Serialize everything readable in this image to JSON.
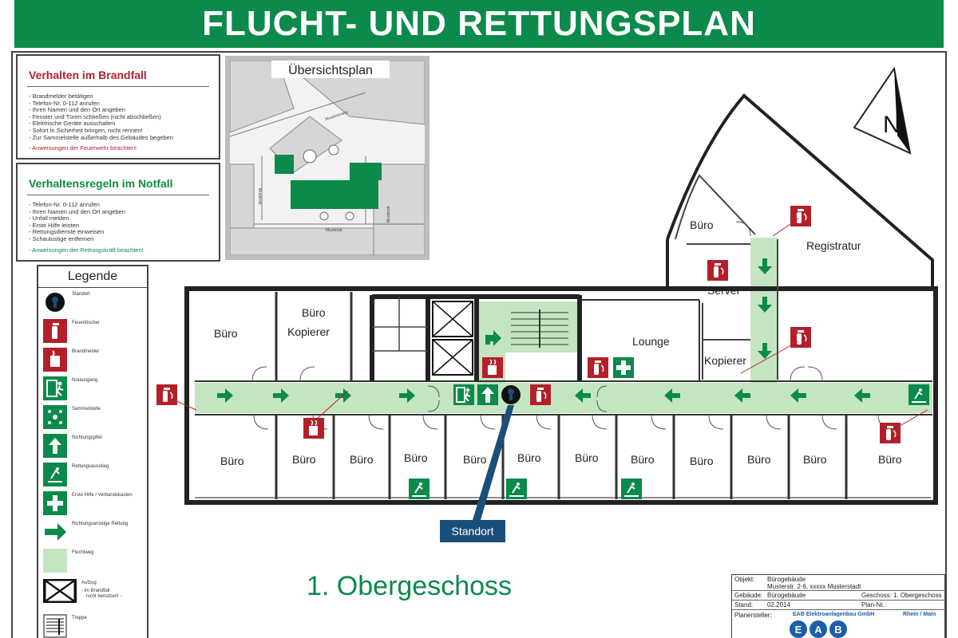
{
  "header": {
    "title": "FLUCHT- UND RETTUNGSPLAN"
  },
  "fire_box": {
    "title": "Verhalten im Brandfall",
    "items": [
      "Brandmelder betätigen",
      "Telefon-Nr. 0-112 anrufen",
      "Ihren Namen und den Ort angeben",
      "Fenster und Türen schließen (nicht abschließen)",
      "Elektrische Geräte ausschalten",
      "Sofort in Sicherheit bringen, nicht rennen!",
      "Zur Sammelstelle außerhalb des Gebäudes begeben"
    ],
    "note": "Anweisungen der Feuerwehr beachten!"
  },
  "emergency_box": {
    "title": "Verhaltensregeln im Notfall",
    "items": [
      "Telefon-Nr. 0-112 anrufen",
      "Ihren Namen und den Ort angeben",
      "Unfall melden",
      "Erste Hilfe leisten",
      "Rettungsdienste einweisen",
      "Schaulustige entfernen"
    ],
    "note": "Anweisungen der Rettungskräft beachten!"
  },
  "overview": {
    "title": "Übersichtsplan",
    "street_1": "Musterstraße",
    "street_2": "Musterstr.",
    "street_3": "Musterstr.",
    "street_4": "Musterstr."
  },
  "legend": {
    "title": "Legende",
    "items": [
      {
        "label": "Standort",
        "icon": "standort-icon"
      },
      {
        "label": "Feuerlöscher",
        "icon": "fire-extinguisher-icon"
      },
      {
        "label": "Brandmelder",
        "icon": "fire-alarm-icon"
      },
      {
        "label": "Notausgang",
        "icon": "emergency-exit-icon"
      },
      {
        "label": "Sammelstelle",
        "icon": "assembly-point-icon"
      },
      {
        "label": "Richtungspfeil",
        "icon": "direction-arrow-icon"
      },
      {
        "label": "Rettungsausstieg",
        "icon": "rescue-exit-icon"
      },
      {
        "label": "Erste Hilfe / Verbandskasten",
        "icon": "first-aid-icon"
      },
      {
        "label": "Richtungsanzeige Rettung",
        "icon": "rescue-direction-icon"
      },
      {
        "label": "Fluchtweg",
        "icon": "escape-route-icon"
      },
      {
        "label": "Aufzug",
        "icon": "elevator-icon",
        "note_1": "- im Brandfall",
        "note_2": "nicht benutzen! -"
      },
      {
        "label": "Treppe",
        "icon": "stairs-icon"
      }
    ]
  },
  "rooms": {
    "b1": "Büro",
    "b2": "Büro",
    "kopierer_1": "Kopierer",
    "lounge": "Lounge",
    "kopierer_2": "Kopierer",
    "server": "Server",
    "buero_top": "Büro",
    "registratur": "Registratur",
    "bottom": [
      "Büro",
      "Büro",
      "Büro",
      "Büro",
      "Büro",
      "Büro",
      "Büro",
      "Büro",
      "Büro",
      "Büro",
      "Büro",
      "Büro"
    ]
  },
  "standort_label": "Standort",
  "north_label": "N",
  "floor_label": "1. Obergeschoss",
  "title_block": {
    "objekt_k": "Objekt:",
    "objekt_v1": "Bürogebäude",
    "objekt_v2": "Musterstr. 2-6, xxxxx Musterstadt",
    "gebaeude_k": "Gebäude:",
    "gebaeude_v": "Bürogebäude",
    "geschoss_k": "Geschoss:",
    "geschoss_v": "1. Obergeschoss",
    "stand_k": "Stand:",
    "stand_v": "02.2014",
    "plan_k": "Plan-Nr.:",
    "planer_k": "Planersteller:",
    "company": "EAB Elektroanlagenbau GmbH",
    "region": "Rhein / Main",
    "logo_1": "E",
    "logo_2": "A",
    "logo_3": "B"
  },
  "colors": {
    "green": "#0b8a4c",
    "route": "#c5e5c2",
    "red": "#b3202a",
    "blue": "#1a4f7a"
  }
}
